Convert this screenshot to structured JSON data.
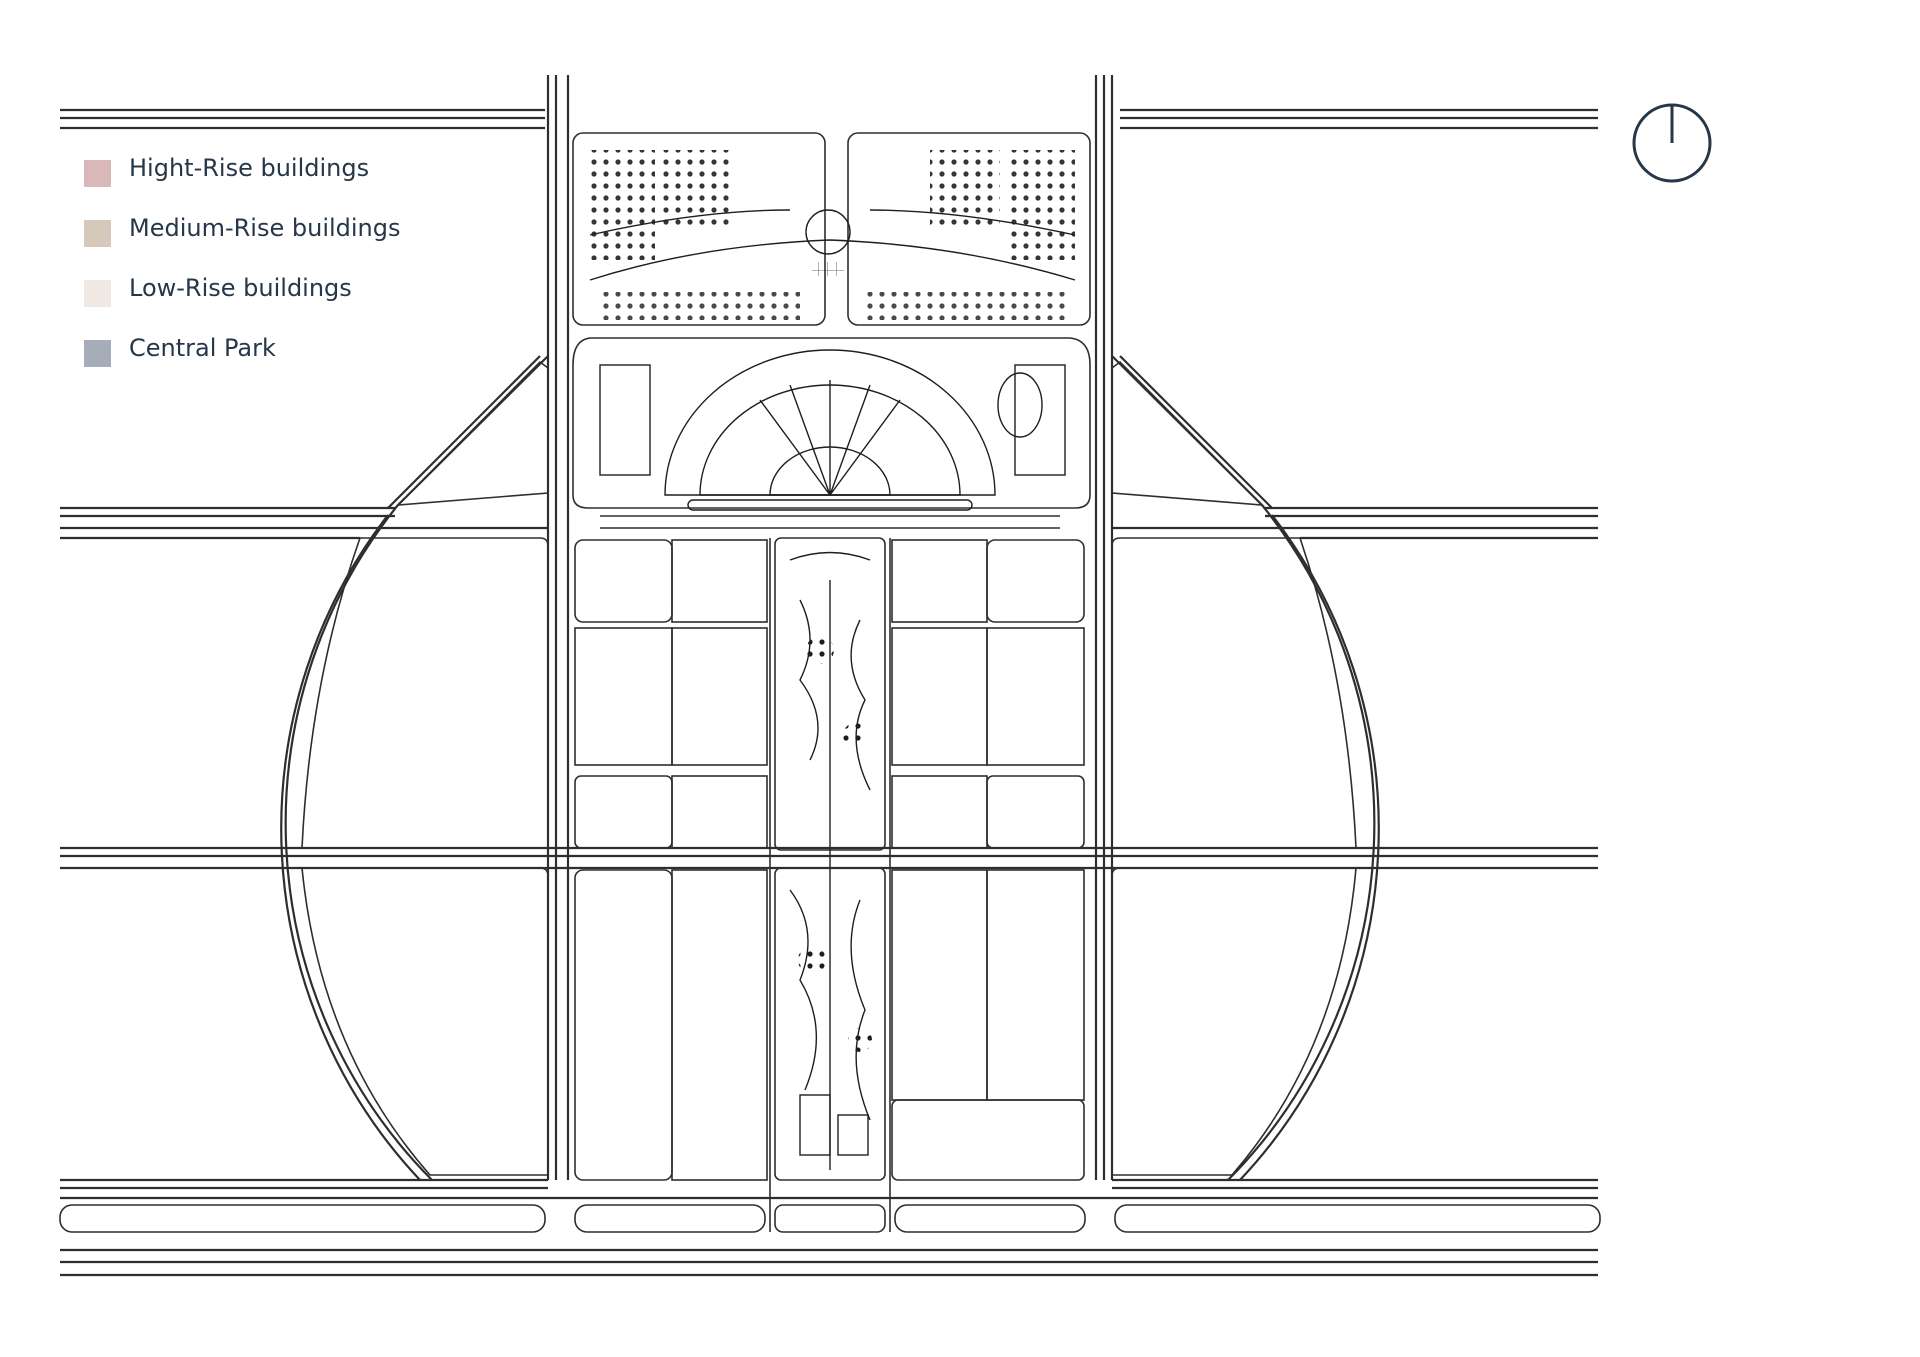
{
  "legend": {
    "items": [
      {
        "label": "Hight-Rise buildings",
        "color": "#d8b8b8"
      },
      {
        "label": "Medium-Rise buildings",
        "color": "#d7c8bc"
      },
      {
        "label": "Low-Rise buildings",
        "color": "#f0e8e2"
      },
      {
        "label": "Central Park",
        "color": "#a6adb8"
      }
    ]
  },
  "colors": {
    "high_rise": "#d8b8b8",
    "medium_rise": "#d7c8bc",
    "low_rise": "#f0e8e2",
    "central_park": "#a6adb8",
    "road_line": "#2e2e2e",
    "compass": "#26374a"
  },
  "compass": {
    "icon": "north-arrow-icon"
  }
}
